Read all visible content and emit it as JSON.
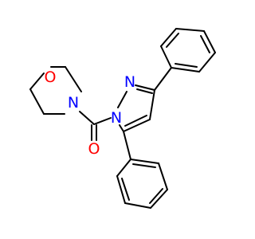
{
  "molecule": {
    "atoms": {
      "morpholine_oxygen": "O",
      "morpholine_nitrogen": "N",
      "carbonyl_oxygen": "O",
      "pyrazole_n1": "N",
      "pyrazole_n2": "N"
    },
    "colors": {
      "bond": "#000000",
      "oxygen": "#ff0000",
      "nitrogen": "#0000ff"
    }
  }
}
